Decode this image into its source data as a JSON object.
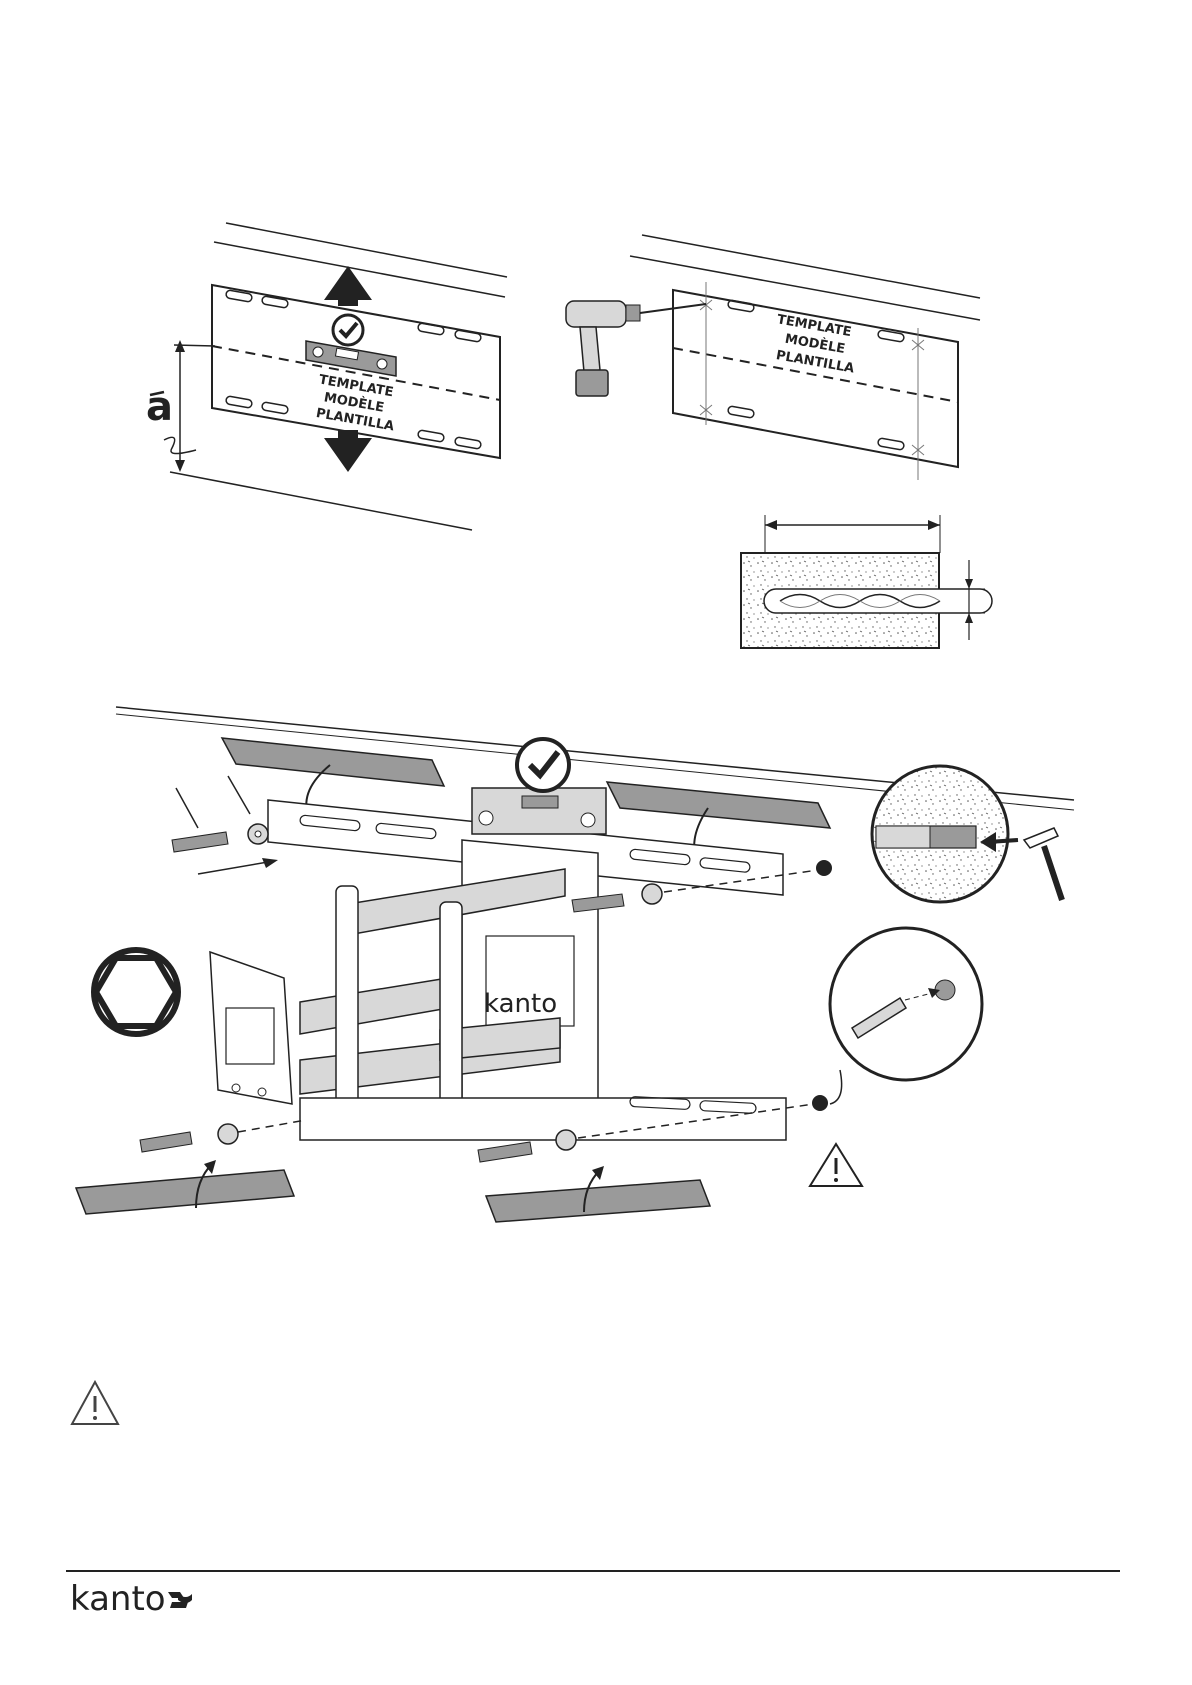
{
  "template": {
    "line1": "TEMPLATE",
    "line2": "MODÈLE",
    "line3": "PLANTILLA"
  },
  "dimension_label": "a",
  "mount_brand": "kanto",
  "footer": {
    "brand": "kanto"
  },
  "icons": {
    "check": "checkmark-circle-icon",
    "warning": "warning-triangle-icon",
    "hex": "hex-key-icon",
    "drill": "power-drill-icon",
    "hammer": "hammer-icon",
    "level": "bubble-level-icon"
  },
  "colors": {
    "ink": "#222222",
    "gray": "#9a9a9a",
    "light": "#d8d8d8"
  }
}
